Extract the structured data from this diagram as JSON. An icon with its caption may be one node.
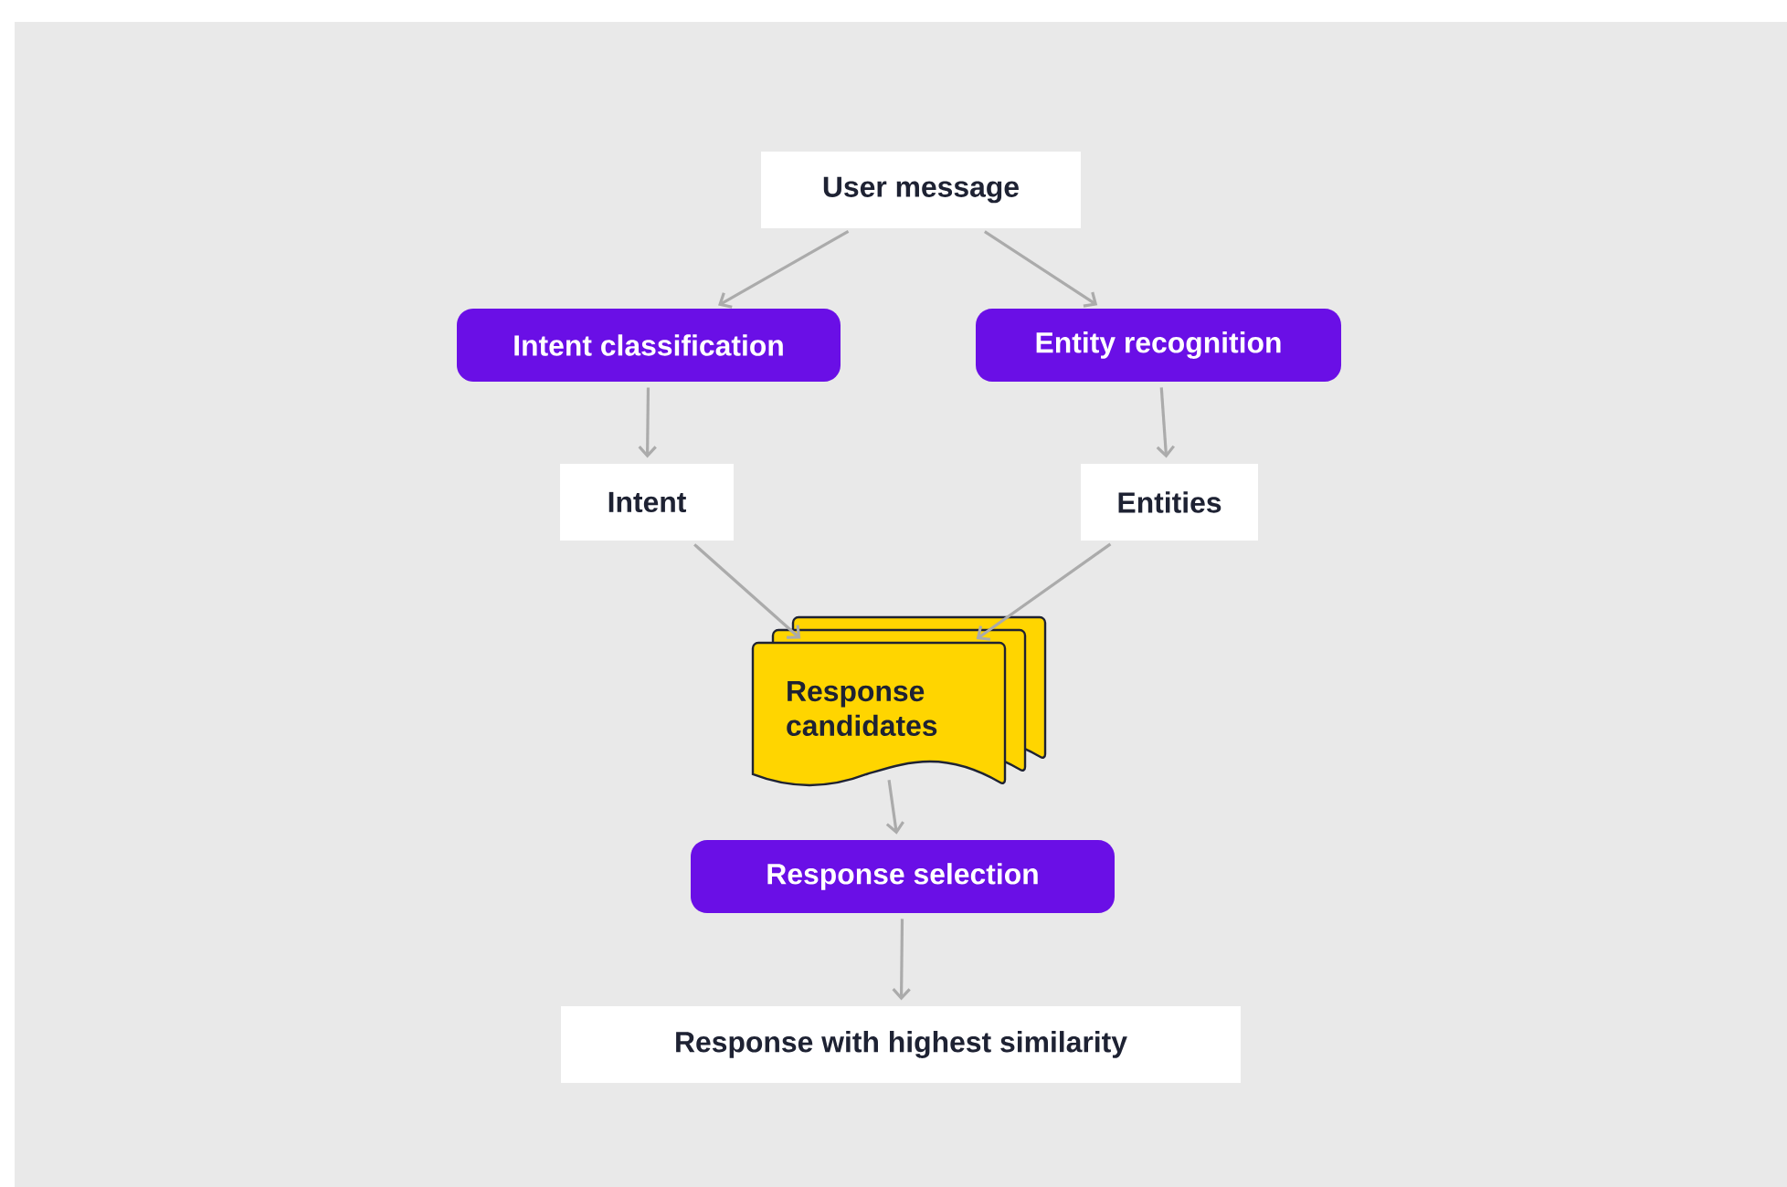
{
  "diagram": {
    "nodes": [
      {
        "text": [
          "User message"
        ]
      },
      {
        "text": [
          "Intent classification"
        ]
      },
      {
        "text": [
          "Entity recognition"
        ]
      },
      {
        "text": [
          "Intent"
        ]
      },
      {
        "text": [
          "Entities"
        ]
      },
      {
        "text": [
          "Response candidates"
        ]
      },
      {
        "text": [
          "Response selection"
        ]
      },
      {
        "text": [
          "Response with highest similarity"
        ]
      }
    ],
    "edges": [
      {
        "from": 0,
        "to": 1,
        "arrow": "to"
      },
      {
        "from": 0,
        "to": 2,
        "arrow": "to"
      },
      {
        "from": 1,
        "to": 3,
        "arrow": "to"
      },
      {
        "from": 2,
        "to": 4,
        "arrow": "to"
      },
      {
        "from": 3,
        "to": 5,
        "arrow": "to"
      },
      {
        "from": 4,
        "to": 5,
        "arrow": "to"
      },
      {
        "from": 5,
        "to": 6,
        "arrow": "to"
      },
      {
        "from": 6,
        "to": 7,
        "arrow": "to"
      }
    ]
  }
}
